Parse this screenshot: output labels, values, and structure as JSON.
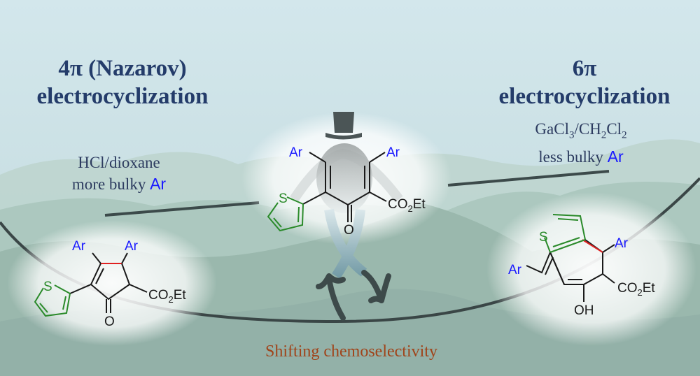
{
  "headings": {
    "left_line1": "4π (Nazarov)",
    "left_line2": "electrocyclization",
    "right_line1": "6π",
    "right_line2": "electrocyclization"
  },
  "conditions": {
    "left": {
      "reagent": "HCl/dioxane",
      "note_prefix": "more bulky ",
      "note_ar": "Ar"
    },
    "right": {
      "reagent_ga": "GaCl",
      "reagent_sub3": "3",
      "reagent_mid": "/CH",
      "reagent_sub2a": "2",
      "reagent_cl": "Cl",
      "reagent_sub2b": "2",
      "note_prefix": "less bulky ",
      "note_ar": "Ar"
    }
  },
  "molecules": {
    "center": {
      "ar1": "Ar",
      "ar2": "Ar",
      "s": "S",
      "o": "O",
      "ester_co": "CO",
      "ester_sub": "2",
      "ester_et": "Et"
    },
    "left": {
      "ar1": "Ar",
      "ar2": "Ar",
      "s": "S",
      "o": "O",
      "ester_co": "CO",
      "ester_sub": "2",
      "ester_et": "Et"
    },
    "right": {
      "ar1": "Ar",
      "ar2": "Ar",
      "s": "S",
      "oh": "OH",
      "ester_co": "CO",
      "ester_sub": "2",
      "ester_et": "Et"
    }
  },
  "caption": "Shifting chemoselectivity",
  "colors": {
    "heading": "#243c6a",
    "aryl": "#1a1aff",
    "thiophene": "#2a8a2a",
    "new_bond": "#e02020",
    "caption": "#a0441a"
  }
}
